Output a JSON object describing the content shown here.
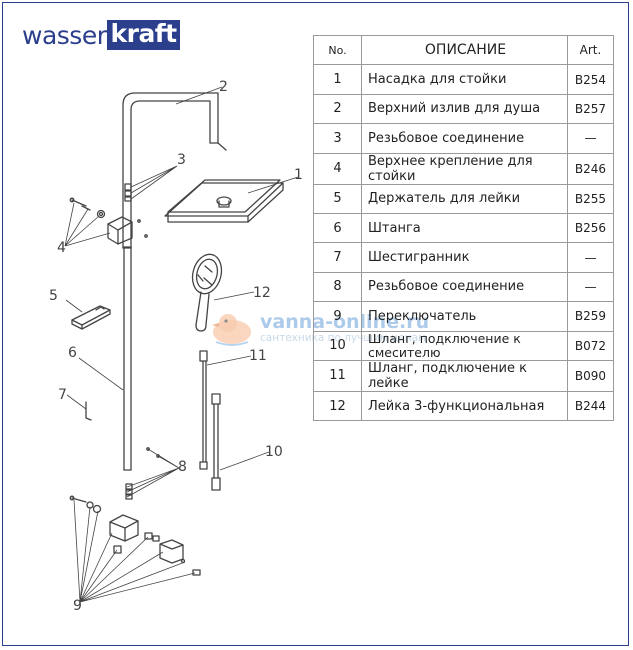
{
  "brand": {
    "part1": "wasser",
    "part2": "kraft"
  },
  "watermark": {
    "line1": "vanna-online.ru",
    "line2": "сантехника по лучшим ценам"
  },
  "table": {
    "headers": {
      "no": "No.",
      "desc": "ОПИСАНИЕ",
      "art": "Art."
    },
    "rows": [
      {
        "no": "1",
        "desc": "Насадка для стойки",
        "art": "B254"
      },
      {
        "no": "2",
        "desc": "Верхний излив для душа",
        "art": "B257"
      },
      {
        "no": "3",
        "desc": "Резьбовое соединение",
        "art": "—"
      },
      {
        "no": "4",
        "desc": "Верхнее крепление для стойки",
        "art": "B246"
      },
      {
        "no": "5",
        "desc": "Держатель для лейки",
        "art": "B255"
      },
      {
        "no": "6",
        "desc": "Штанга",
        "art": "B256"
      },
      {
        "no": "7",
        "desc": "Шестигранник",
        "art": "—"
      },
      {
        "no": "8",
        "desc": "Резьбовое соединение",
        "art": "—"
      },
      {
        "no": "9",
        "desc": "Переключатель",
        "art": "B259"
      },
      {
        "no": "10",
        "desc": "Шланг, подключение к смесителю",
        "art": "B072"
      },
      {
        "no": "11",
        "desc": "Шланг, подключение к лейке",
        "art": "B090"
      },
      {
        "no": "12",
        "desc": "Лейка 3-функциональная",
        "art": "B244"
      }
    ]
  },
  "callouts": {
    "c1": "1",
    "c2": "2",
    "c3": "3",
    "c4": "4",
    "c5": "5",
    "c6": "6",
    "c7": "7",
    "c8": "8",
    "c9": "9",
    "c10": "10",
    "c11": "11",
    "c12": "12"
  },
  "colors": {
    "brand": "#2b3f8c",
    "line": "#444444"
  }
}
